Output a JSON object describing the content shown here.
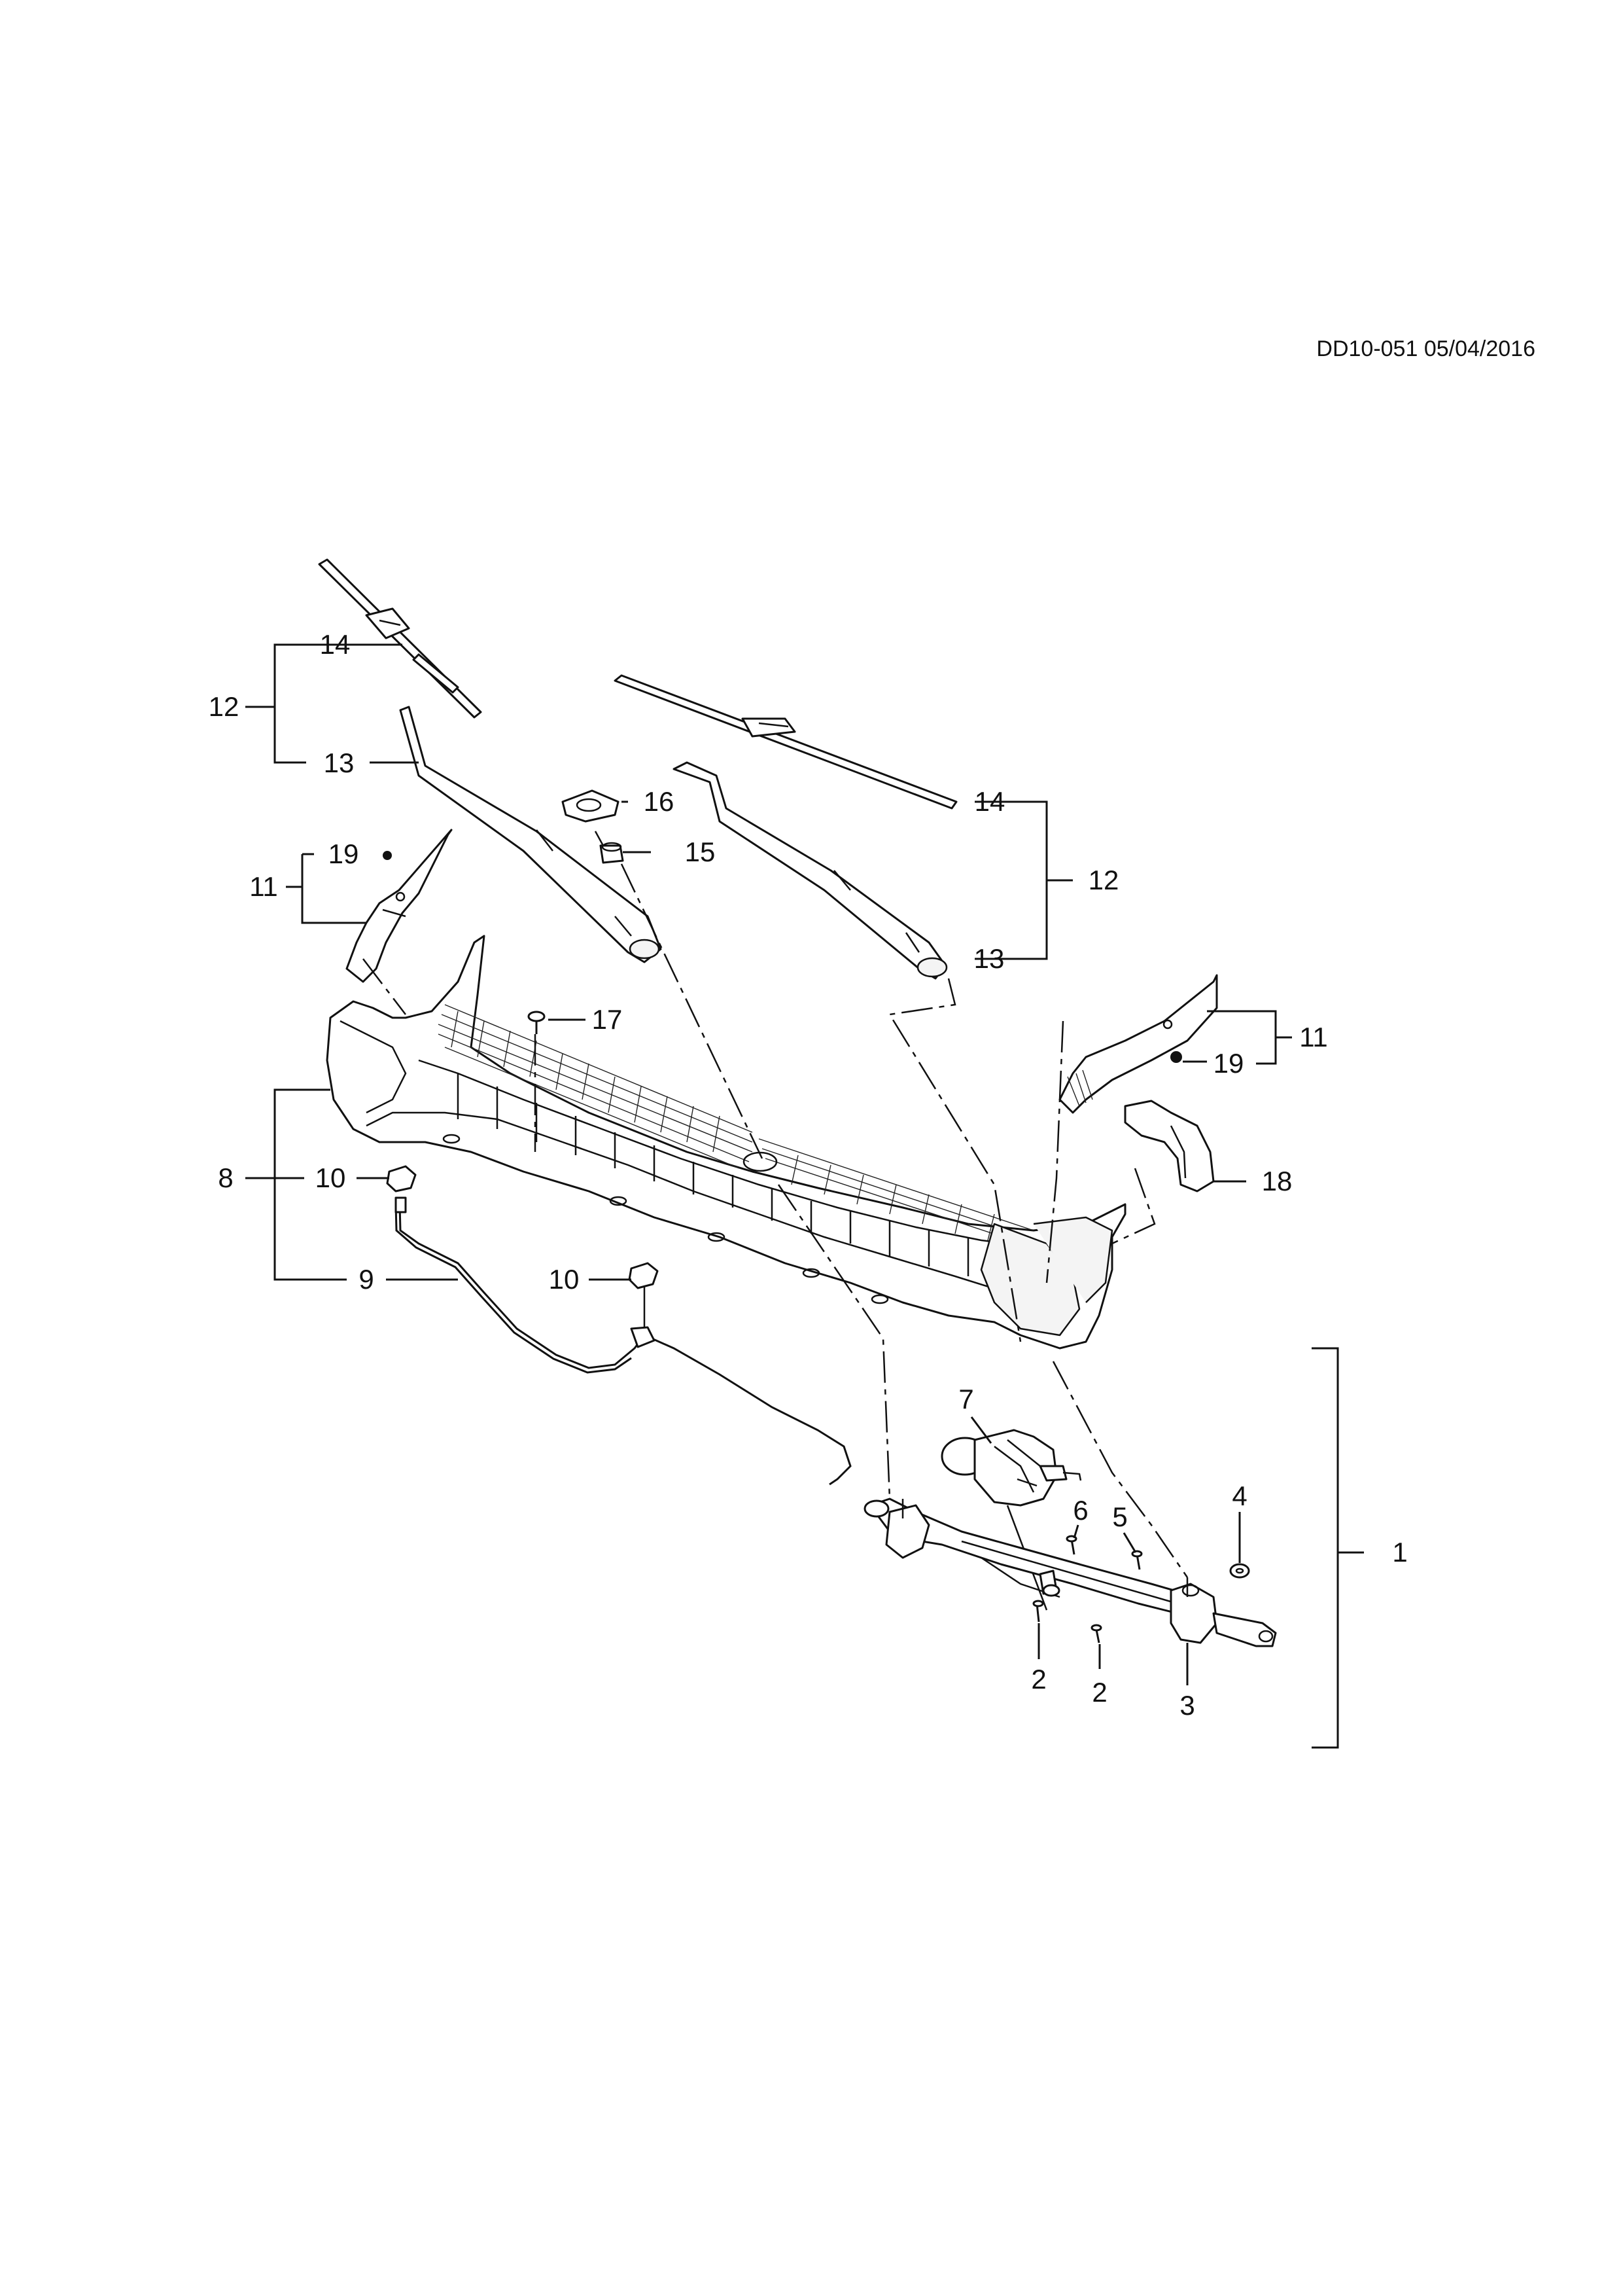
{
  "header": {
    "doc_code": "DD10-051",
    "date": "05/04/2016"
  },
  "callouts": {
    "c1": "1",
    "c2a": "2",
    "c2b": "2",
    "c3": "3",
    "c4": "4",
    "c5": "5",
    "c6": "6",
    "c7": "7",
    "c8": "8",
    "c9": "9",
    "c10a": "10",
    "c10b": "10",
    "c11a": "11",
    "c11b": "11",
    "c12a": "12",
    "c12b": "12",
    "c13a": "13",
    "c13b": "13",
    "c14a": "14",
    "c14b": "14",
    "c15": "15",
    "c16": "16",
    "c17": "17",
    "c18": "18",
    "c19a": "19",
    "c19b": "19"
  },
  "colors": {
    "line": "#111111",
    "background": "#ffffff"
  }
}
